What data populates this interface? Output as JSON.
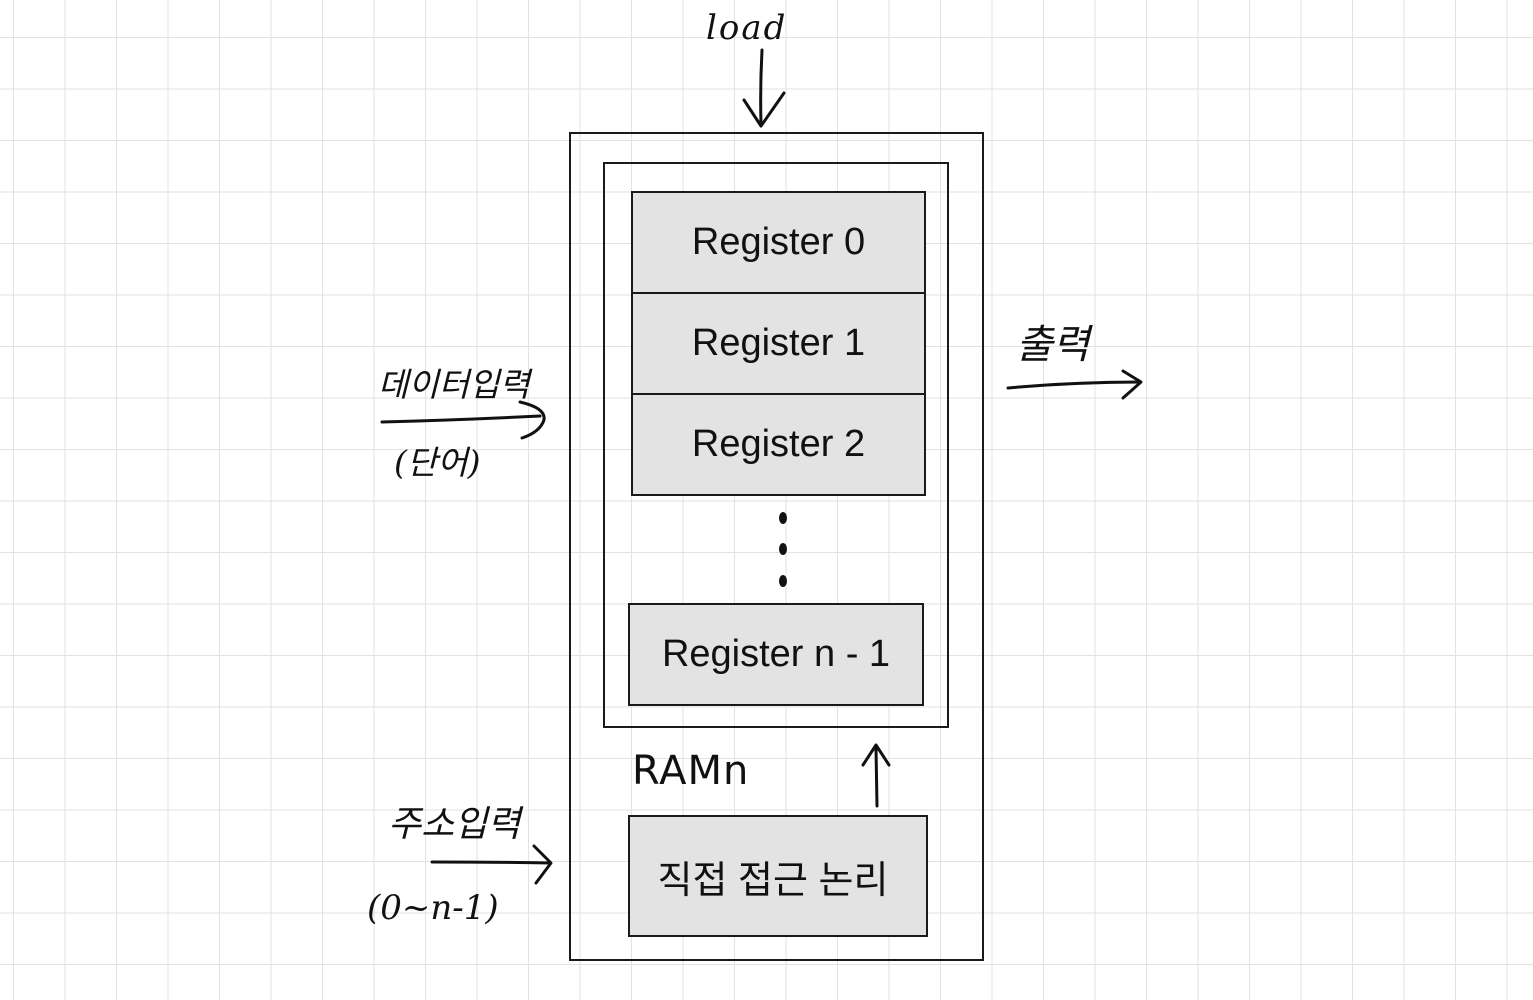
{
  "registers": {
    "reg0": "Register 0",
    "reg1": "Register 1",
    "reg2": "Register 2",
    "regn": "Register n - 1"
  },
  "logic_block": "직접 접근 논리",
  "labels": {
    "load": "load",
    "output": "출력",
    "data_input": "데이터입력",
    "word": "(단어)",
    "ram": "RAMn",
    "address_input": "주소입력",
    "address_range": "(0~n-1)"
  },
  "colors": {
    "register_fill": "#e3e3e3",
    "stroke": "#1a1a1a",
    "grid": "#e2e2e2"
  }
}
